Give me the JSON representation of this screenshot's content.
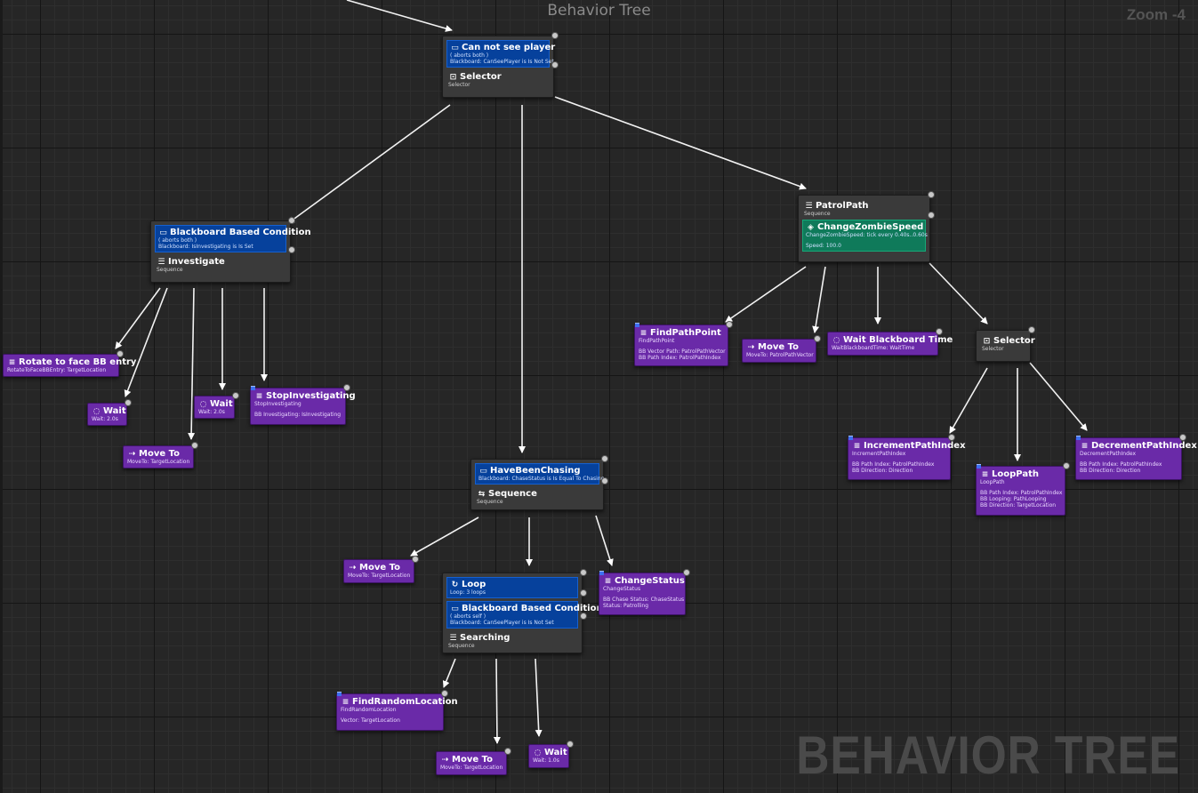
{
  "header": {
    "title": "Behavior Tree",
    "zoom": "Zoom -4"
  },
  "watermark": "BEHAVIOR TREE",
  "colors": {
    "background": "#262626",
    "task": "#6a2aa8",
    "decorator": "#06419c",
    "service": "#0f7a5a",
    "wire": "#ffffff"
  },
  "nodes": {
    "root_selector": {
      "decorator": {
        "title": "Can not see player",
        "line1": "( aborts both )",
        "line2": "Blackboard: CanSeePlayer is Is Not Set"
      },
      "title": "Selector",
      "subtitle": "Selector"
    },
    "investigate": {
      "decorator": {
        "title": "Blackboard Based Condition",
        "line1": "( aborts both )",
        "line2": "Blackboard: IsInvestigating is Is Set"
      },
      "title": "Investigate",
      "subtitle": "Sequence"
    },
    "rotate_to_face": {
      "title": "Rotate to face BB entry",
      "line1": "RotateToFaceBBEntry: TargetLocation"
    },
    "inv_wait1": {
      "title": "Wait",
      "line1": "Wait: 2.0s"
    },
    "inv_wait2": {
      "title": "Wait",
      "line1": "Wait: 2.0s"
    },
    "inv_move_to": {
      "title": "Move To",
      "line1": "MoveTo: TargetLocation"
    },
    "stop_investigating": {
      "title": "StopInvestigating",
      "line1": "StopInvestigating",
      "line2": "BB Investigating: IsInvestigating"
    },
    "have_been_chasing": {
      "decorator": {
        "title": "HaveBeenChasing",
        "line2": "Blackboard: ChaseStatus is Is Equal To Chasing"
      },
      "title": "Sequence",
      "subtitle": "Sequence"
    },
    "chase_move_to": {
      "title": "Move To",
      "line1": "MoveTo: TargetLocation"
    },
    "searching": {
      "decorator": {
        "title": "Loop",
        "line2": "Loop: 3 loops"
      },
      "decorator2": {
        "title": "Blackboard Based Condition",
        "line1": "( aborts self )",
        "line2": "Blackboard: CanSeePlayer is Is Not Set"
      },
      "title": "Searching",
      "subtitle": "Sequence"
    },
    "change_status": {
      "title": "ChangeStatus",
      "line1": "ChangeStatus",
      "line2": "BB Chase Status: ChaseStatus",
      "line3": "Status: Patrolling"
    },
    "find_random_location": {
      "title": "FindRandomLocation",
      "line1": "FindRandomLocation",
      "line2": "Vector: TargetLocation"
    },
    "search_move_to": {
      "title": "Move To",
      "line1": "MoveTo: TargetLocation"
    },
    "search_wait": {
      "title": "Wait",
      "line1": "Wait: 1.0s"
    },
    "patrol_path": {
      "title": "PatrolPath",
      "subtitle": "Sequence",
      "service": {
        "title": "ChangeZombieSpeed",
        "line1": "ChangeZombieSpeed: tick every 0.40s..0.60s",
        "line2": "Speed: 100.0"
      }
    },
    "find_path_point": {
      "title": "FindPathPoint",
      "line1": "FindPathPoint",
      "line2": "BB Vector Path: PatrolPathVector",
      "line3": "BB Path Index: PatrolPathIndex"
    },
    "patrol_move_to": {
      "title": "Move To",
      "line1": "MoveTo: PatrolPathVector"
    },
    "wait_blackboard_time": {
      "title": "Wait Blackboard Time",
      "line1": "WaitBlackboardTime: WaitTime"
    },
    "patrol_selector": {
      "title": "Selector",
      "subtitle": "Selector"
    },
    "increment_path_index": {
      "title": "IncrementPathIndex",
      "line1": "IncrementPathIndex",
      "line2": "BB Path Index: PatrolPathIndex",
      "line3": "BB Direction: Direction"
    },
    "loop_path": {
      "title": "LoopPath",
      "line1": "LoopPath",
      "line2": "BB Path Index: PatrolPathIndex",
      "line3": "BB Looping: PathLooping",
      "line4": "BB Direction: TargetLocation"
    },
    "decrement_path_index": {
      "title": "DecrementPathIndex",
      "line1": "DecrementPathIndex",
      "line2": "BB Path Index: PatrolPathIndex",
      "line3": "BB Direction: Direction"
    }
  }
}
